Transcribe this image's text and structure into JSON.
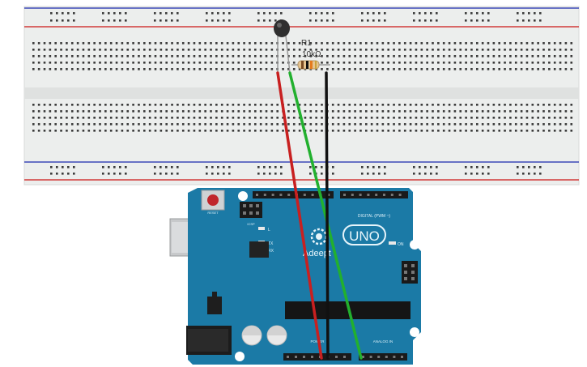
{
  "resistor": {
    "name": "R1",
    "value": "10kΩ"
  },
  "board": {
    "reset_label": "RESET",
    "icsp_label": "ICSP",
    "logo_text": "UNO",
    "brand_text": "Adeept",
    "led_labels": [
      "L",
      "TX",
      "RX"
    ],
    "on_label": "ON",
    "digital_label": "DIGITAL (PWM ~)",
    "power_label": "POWER",
    "analog_label": "ANALOG IN"
  },
  "colors": {
    "breadboard": "#eceeed",
    "rail_red": "#d23a3a",
    "rail_blue": "#3c48b8",
    "board": "#1b7aa6",
    "wire_red": "#c82020",
    "wire_green": "#22b02e",
    "wire_black": "#111111"
  }
}
